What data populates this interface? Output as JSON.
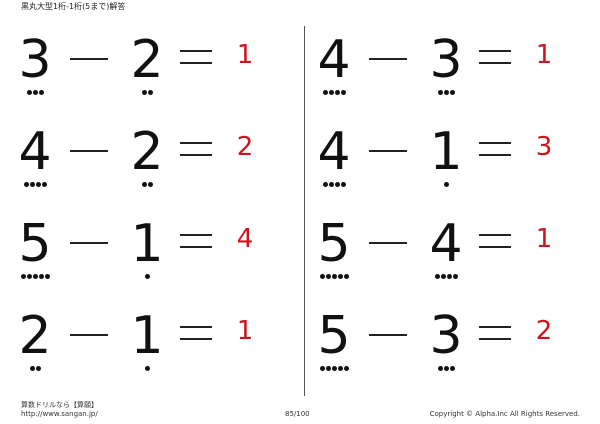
{
  "header": {
    "title": "黒丸大型1桁-1桁(5まで)解答"
  },
  "problems": [
    {
      "a": "3",
      "b": "2",
      "minus": "－",
      "equals": "＝",
      "answer": "1"
    },
    {
      "a": "4",
      "b": "2",
      "minus": "－",
      "equals": "＝",
      "answer": "2"
    },
    {
      "a": "5",
      "b": "1",
      "minus": "－",
      "equals": "＝",
      "answer": "4"
    },
    {
      "a": "2",
      "b": "1",
      "minus": "－",
      "equals": "＝",
      "answer": "1"
    },
    {
      "a": "4",
      "b": "3",
      "minus": "－",
      "equals": "＝",
      "answer": "1"
    },
    {
      "a": "4",
      "b": "1",
      "minus": "－",
      "equals": "＝",
      "answer": "3"
    },
    {
      "a": "5",
      "b": "4",
      "minus": "－",
      "equals": "＝",
      "answer": "1"
    },
    {
      "a": "5",
      "b": "3",
      "minus": "－",
      "equals": "＝",
      "answer": "2"
    }
  ],
  "footer": {
    "brand": "算数ドリルなら【算願】",
    "url": "http://www.sangan.jp/",
    "page": "85/100",
    "copyright": "Copyright © Alpha.Inc All Rights Reserved."
  },
  "colors": {
    "answer": "#d0121b",
    "ink": "#111111"
  }
}
